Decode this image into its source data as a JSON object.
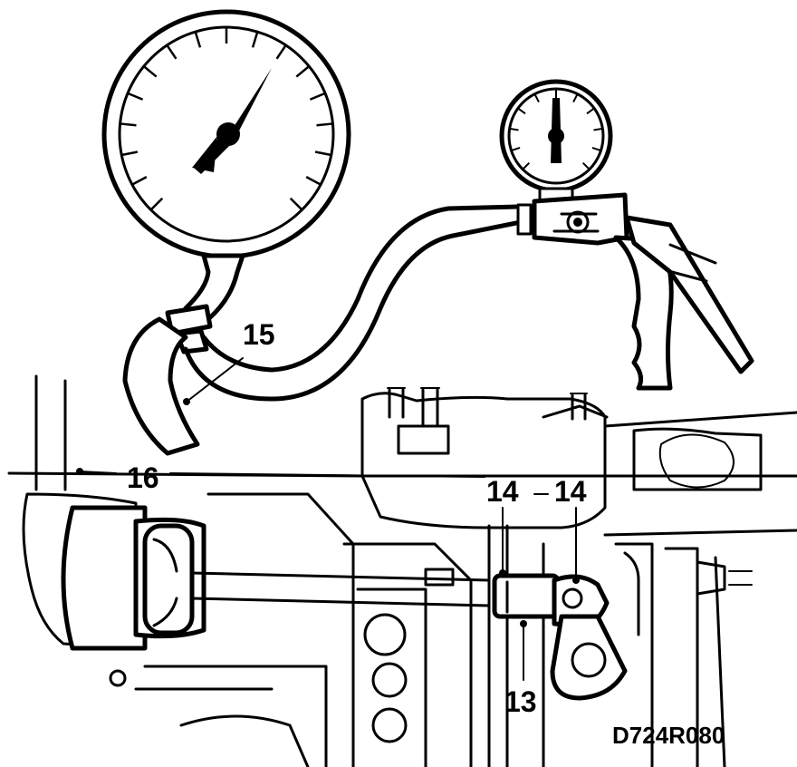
{
  "diagram": {
    "callouts": [
      {
        "id": "c13",
        "label": "13"
      },
      {
        "id": "c14a",
        "label": "14"
      },
      {
        "id": "c14b",
        "label": "14"
      },
      {
        "id": "c15",
        "label": "15"
      },
      {
        "id": "c16",
        "label": "16"
      }
    ],
    "figure_code": "D724R080"
  },
  "icons": {
    "large_gauge": "pressure-gauge-icon",
    "small_gauge": "vacuum-pump-gauge-icon",
    "pump": "hand-vacuum-pump-icon"
  }
}
